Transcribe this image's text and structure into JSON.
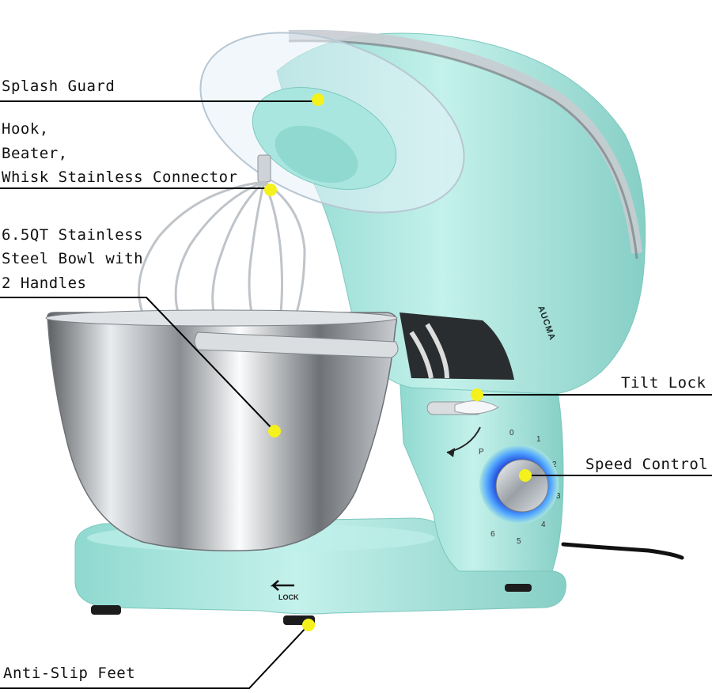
{
  "callouts": {
    "splash_guard": "Splash Guard",
    "connector_line1": "Hook,",
    "connector_line2": "Beater,",
    "connector_line3": "Whisk Stainless Connector",
    "bowl_line1": "6.5QT Stainless",
    "bowl_line2": "Steel Bowl with",
    "bowl_line3": "2 Handles",
    "tilt_lock": "Tilt Lock",
    "speed_control": "Speed Control",
    "anti_slip_feet": "Anti-Slip Feet"
  },
  "product": {
    "brand": "AUCMA",
    "base_label": "LOCK",
    "speed_dial": [
      "0",
      "1",
      "2",
      "3",
      "4",
      "5",
      "6",
      "P"
    ]
  },
  "colors": {
    "body": "#a9e6df",
    "marker": "#f4f11c",
    "knob_glow": "#2a6cff"
  }
}
